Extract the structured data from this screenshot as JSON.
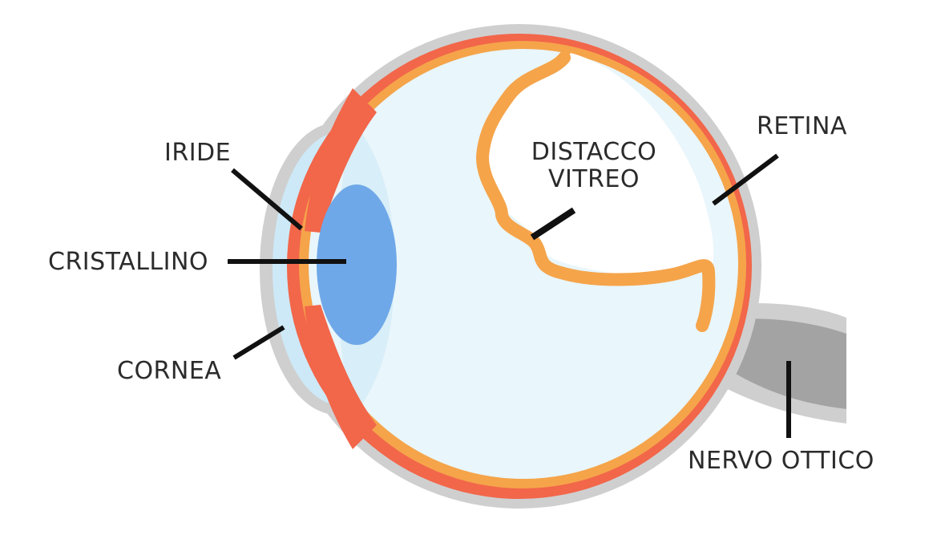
{
  "labels": {
    "iride": "IRIDE",
    "cristallino": "CRISTALLINO",
    "cornea": "CORNEA",
    "retina": "RETINA",
    "distacco_line1": "DISTACCO",
    "distacco_line2": "VITREO",
    "nervo_ottico": "NERVO OTTICO"
  },
  "colors": {
    "sclera": "#cfcfcf",
    "choroid": "#f2664a",
    "retina_layer": "#f5a44a",
    "vitreous": "#e9f6fb",
    "cornea_fluid": "#cde9f7",
    "lens": "#6fa8e8",
    "optic_nerve": "#a3a3a3",
    "leader_line": "#111111",
    "label_text": "#2b2b2b"
  }
}
